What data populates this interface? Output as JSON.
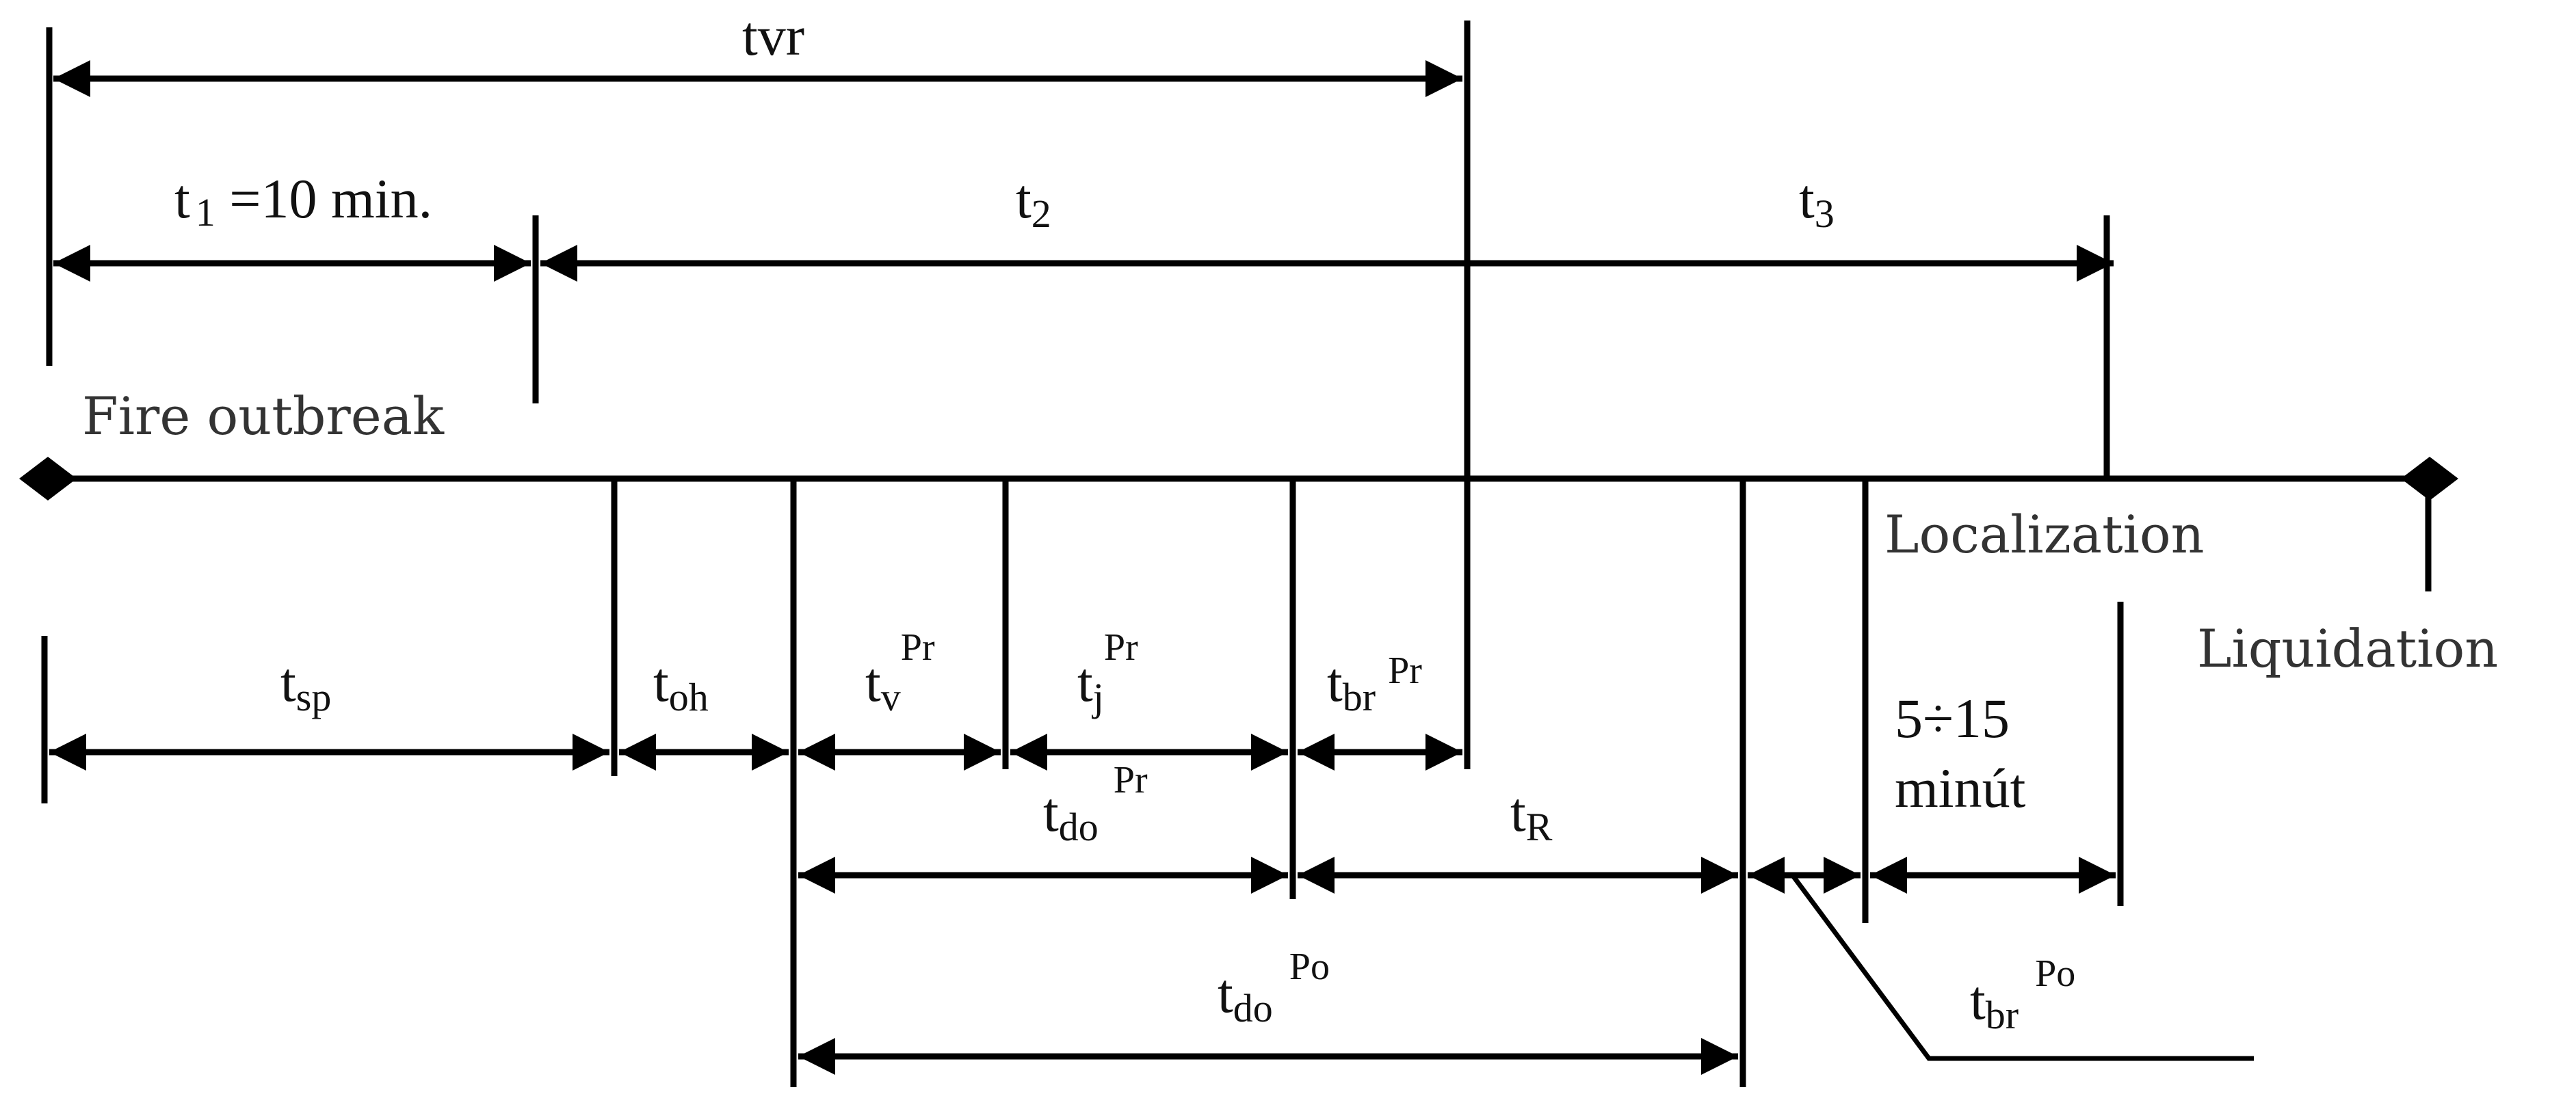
{
  "diagram": {
    "labels": {
      "tvr": "tvr",
      "t1_base": "t",
      "t1_sub": "1",
      "t1_rest": " =10 min.",
      "t2_base": "t",
      "t2_sub": "2",
      "t3_base": "t",
      "t3_sub": "3",
      "tsp_base": "t",
      "tsp_sub": "sp",
      "toh_base": "t",
      "toh_sub": "oh",
      "tv_base": "t",
      "tv_sub": "v",
      "tv_sup": "Pr",
      "tj_base": "t",
      "tj_sub": "j",
      "tj_sup": "Pr",
      "tbr_pr_base": "t",
      "tbr_pr_sub": "br",
      "tbr_pr_sup": "Pr",
      "tdo_pr_base": "t",
      "tdo_pr_sub": "do",
      "tdo_pr_sup": "Pr",
      "tR_base": "t",
      "tR_sub": "R",
      "tdo_po_base": "t",
      "tdo_po_sub": "do",
      "tdo_po_sup": "Po",
      "tbr_po_base": "t",
      "tbr_po_sub": "br",
      "tbr_po_sup": "Po",
      "range_line1": "5÷15",
      "range_line2": "minút"
    },
    "events": {
      "fire_outbreak": "Fire outbreak",
      "localization": "Localization",
      "liquidation": "Liquidation"
    }
  }
}
